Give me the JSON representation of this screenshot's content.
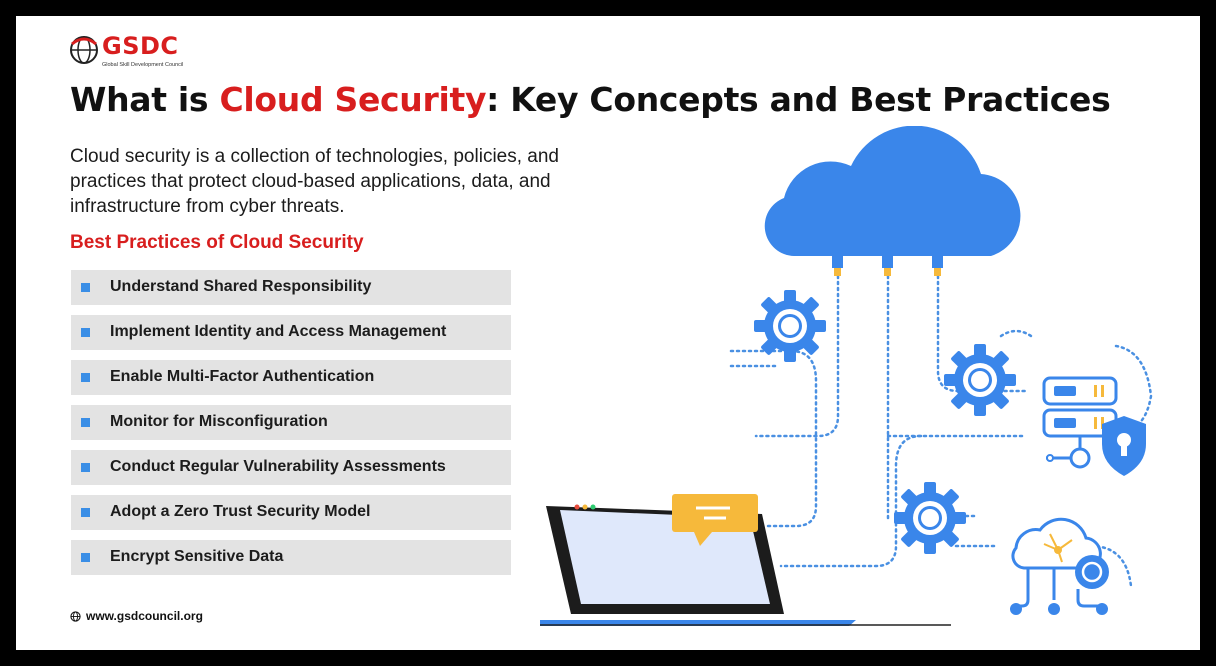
{
  "brand": {
    "logo_text": "GSDC",
    "logo_subtitle": "Global Skill Development Council"
  },
  "headline": {
    "part1": "What is ",
    "accent": "Cloud Security",
    "part2": ": Key Concepts and Best Practices"
  },
  "intro": "Cloud security is a collection of technologies, policies, and practices that protect cloud-based applications, data, and infrastructure from cyber threats.",
  "section_title": "Best Practices of Cloud Security",
  "practices": [
    "Understand Shared Responsibility",
    "Implement Identity and Access Management",
    "Enable Multi-Factor Authentication",
    "Monitor for Misconfiguration",
    "Conduct Regular Vulnerability Assessments",
    "Adopt a Zero Trust Security Model",
    "Encrypt Sensitive Data"
  ],
  "footer": {
    "url": "www.gsdcouncil.org"
  },
  "colors": {
    "accent_red": "#d81e1e",
    "bullet_blue": "#3a8ee6",
    "cloud_blue": "#3a86ea",
    "item_bg": "#e3e3e3"
  },
  "icons": [
    "globe-icon",
    "cloud-icon",
    "gear-icon",
    "server-icon",
    "shield-lock-icon",
    "laptop-icon",
    "chat-bubble-icon",
    "cloud-network-icon"
  ]
}
